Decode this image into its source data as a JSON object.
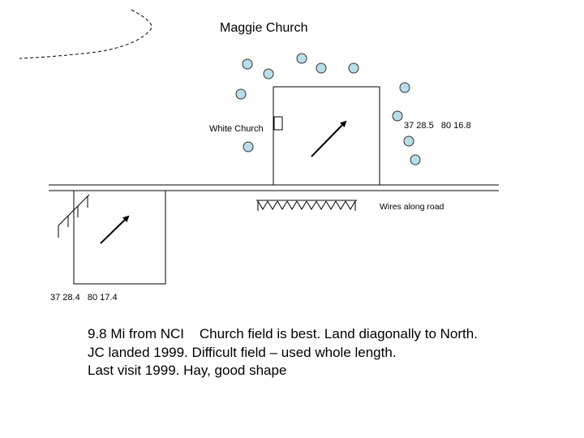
{
  "title": "Maggie Church",
  "labels": {
    "white_church": "White Church",
    "church_coords": "37 28.5   80 16.8",
    "wires": "Wires along road",
    "field_coords": "37 28.4   80 17.4"
  },
  "notes": [
    "9.8 Mi from NCI    Church field is best. Land diagonally to North.",
    "JC landed 1999. Difficult field – used whole length.",
    "Last visit 1999. Hay, good shape"
  ],
  "colors": {
    "tree_fill": "#b7dde8",
    "line": "#000000"
  }
}
